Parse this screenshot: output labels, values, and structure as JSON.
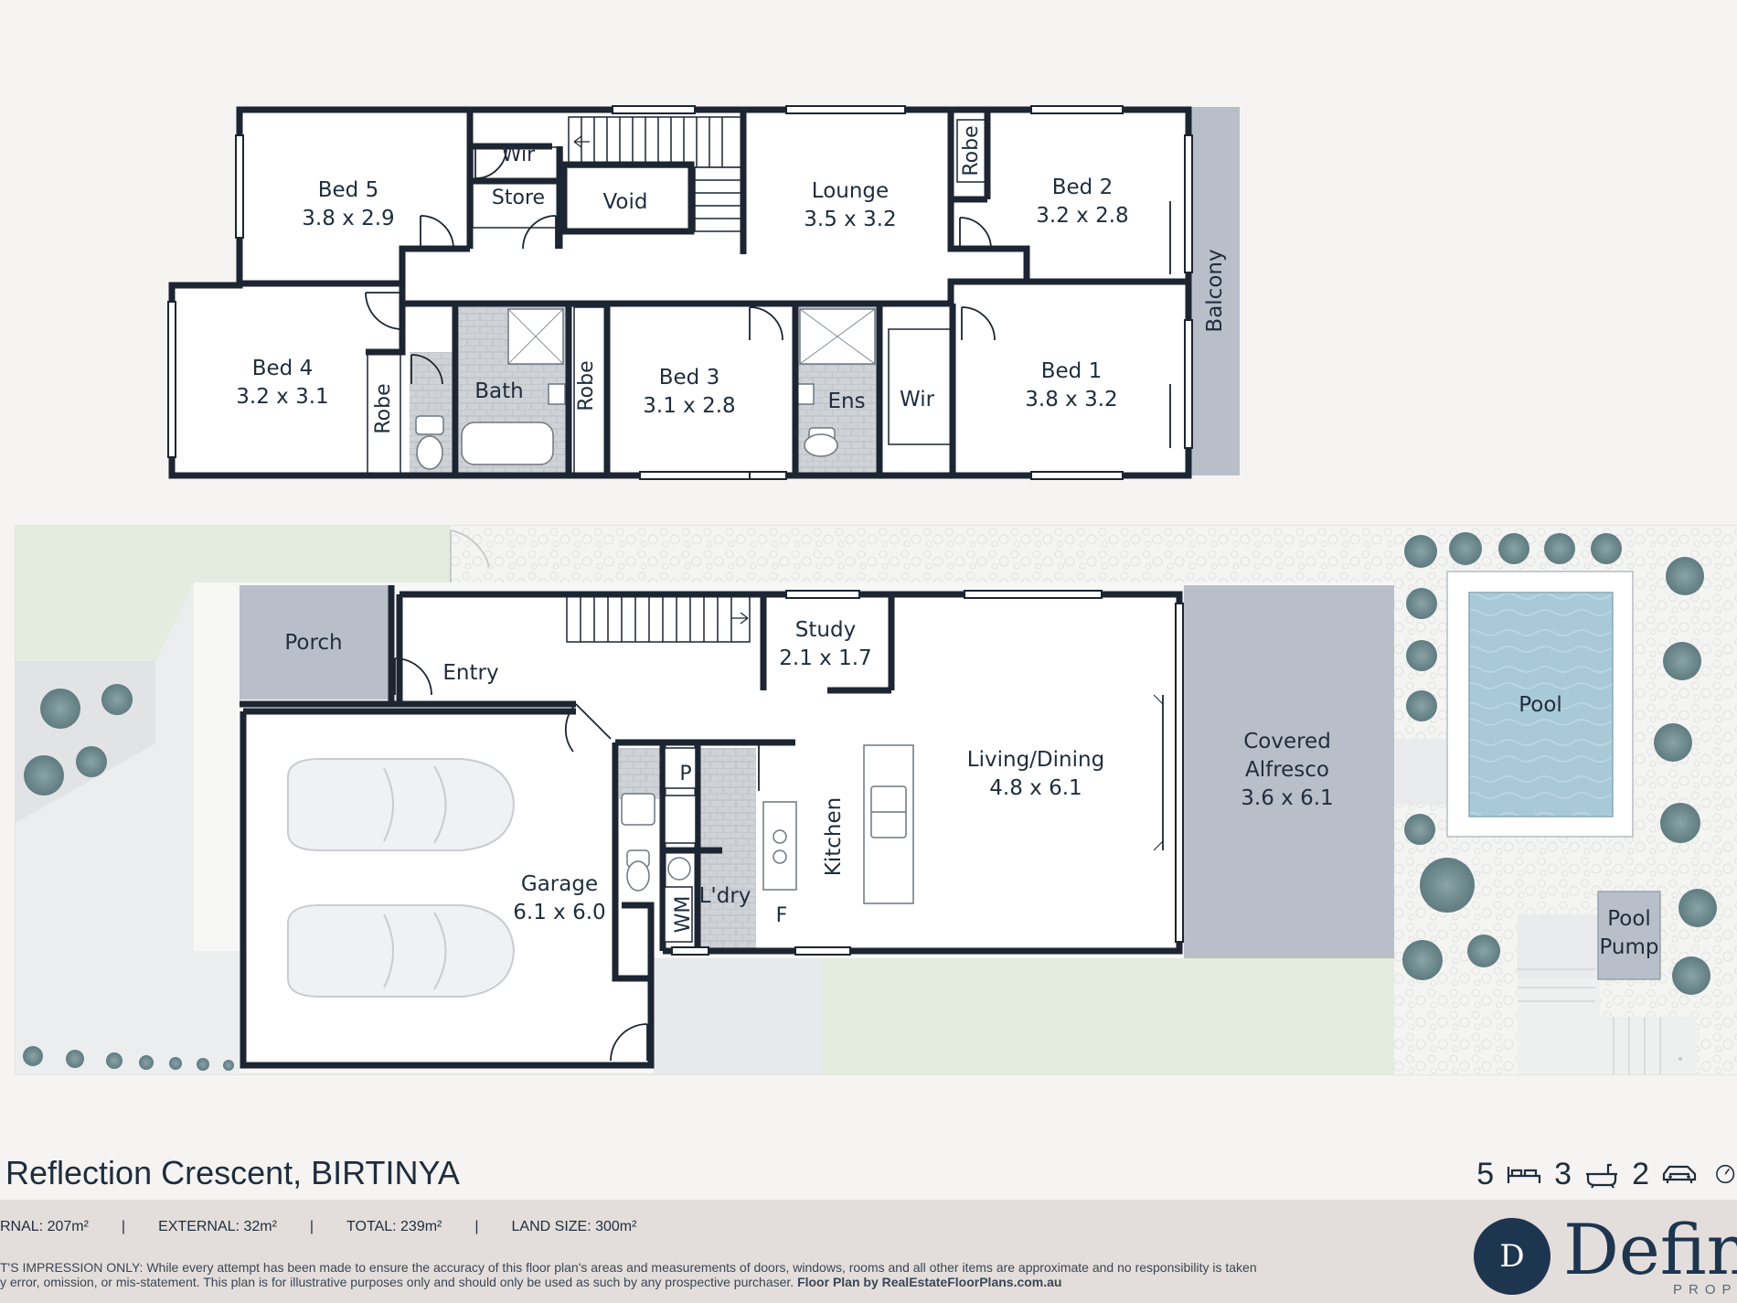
{
  "rooms_upper": {
    "bed5_name": "Bed 5",
    "bed5_size": "3.8 x 2.9",
    "wir_top": "Wir",
    "store": "Store",
    "void": "Void",
    "lounge_name": "Lounge",
    "lounge_size": "3.5 x 3.2",
    "robe_top": "Robe",
    "bed2_name": "Bed 2",
    "bed2_size": "3.2 x 2.8",
    "balcony": "Balcony",
    "bed4_name": "Bed 4",
    "bed4_size": "3.2 x 3.1",
    "robe_bed4": "Robe",
    "bath": "Bath",
    "robe_bed3": "Robe",
    "bed3_name": "Bed 3",
    "bed3_size": "3.1 x 2.8",
    "ens": "Ens",
    "wir_bed1": "Wir",
    "bed1_name": "Bed 1",
    "bed1_size": "3.8 x 3.2"
  },
  "rooms_lower": {
    "porch": "Porch",
    "entry": "Entry",
    "study_name": "Study",
    "study_size": "2.1 x 1.7",
    "living_name": "Living/Dining",
    "living_size": "4.8 x 6.1",
    "alfresco_line1": "Covered",
    "alfresco_line2": "Alfresco",
    "alfresco_size": "3.6 x 6.1",
    "pool": "Pool",
    "pool_pump_line1": "Pool",
    "pool_pump_line2": "Pump",
    "garage_name": "Garage",
    "garage_size": "6.1 x 6.0",
    "pantry": "P",
    "kitchen": "Kitchen",
    "wm": "WM",
    "laundry": "L'dry",
    "fridge": "F"
  },
  "address": "Reflection Crescent, BIRTINYA",
  "stats": {
    "beds": "5",
    "baths": "3",
    "cars": "2"
  },
  "areas": {
    "internal": "RNAL: 207m²",
    "external": "EXTERNAL: 32m²",
    "total": "TOTAL: 239m²",
    "land": "LAND SIZE: 300m²",
    "separator": "|"
  },
  "disclaimer": {
    "line1": "T'S IMPRESSION ONLY: While every attempt has been made to ensure the accuracy of this floor plan's areas and measurements of doors, windows, rooms and all other items are approximate and no responsibility is taken",
    "line2": "y error, omission, or mis-statement. This plan is for illustrative purposes only and should only be used as such by any prospective purchaser.",
    "credit": "Floor Plan by RealEstateFloorPlans.com.au"
  },
  "logo": {
    "letter": "D",
    "word": "Define",
    "sub": "PROPERTY"
  },
  "icons": [
    "bed-icon",
    "bath-icon",
    "car-icon",
    "land-size-icon"
  ],
  "colors": {
    "wall": "#1c2531",
    "tile": "#c9ccd0",
    "covered": "#b7bdc6",
    "pool": "#a8cad8",
    "lawn": "#e4ebdf",
    "paving": "#eeeeee",
    "navy": "#1e3550"
  }
}
